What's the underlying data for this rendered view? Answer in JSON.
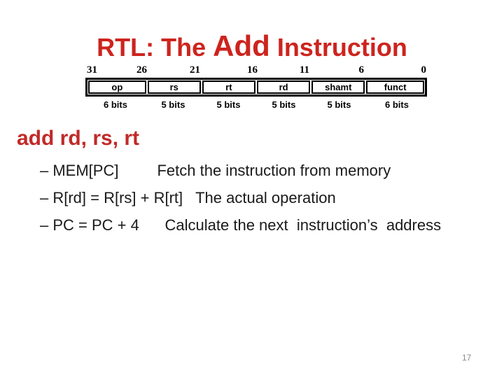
{
  "slide": {
    "title": {
      "prefix": "RTL: The ",
      "emphasis": "Add",
      "suffix": " Instruction"
    },
    "instruction_format": {
      "bit_positions": [
        "31",
        "26",
        "21",
        "16",
        "11",
        "6",
        "0"
      ],
      "fields": [
        {
          "name": "op",
          "width_label": "6 bits"
        },
        {
          "name": "rs",
          "width_label": "5 bits"
        },
        {
          "name": "rt",
          "width_label": "5 bits"
        },
        {
          "name": "rd",
          "width_label": "5 bits"
        },
        {
          "name": "shamt",
          "width_label": "5 bits"
        },
        {
          "name": "funct",
          "width_label": "6 bits"
        }
      ]
    },
    "assembly_line": "add rd, rs, rt",
    "bullets": [
      "– MEM[PC]         Fetch the instruction from memory",
      "– R[rd] = R[rs] + R[rt]   The actual operation",
      "– PC = PC + 4      Calculate the next  instruction’s  address"
    ],
    "page_number": "17",
    "colors": {
      "title_red": "#cd241e",
      "assembly_red": "#c02a28",
      "body_text": "#1a1a1a",
      "page_number_gray": "#8a8a8a"
    }
  }
}
